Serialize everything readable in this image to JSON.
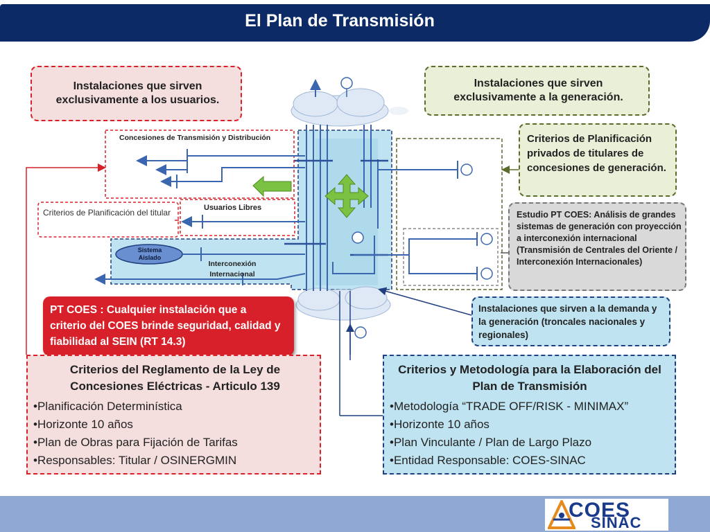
{
  "header": {
    "title": "El Plan de Transmisión"
  },
  "boxes": {
    "usuarios": "Instalaciones que sirven exclusivamente a los usuarios.",
    "generacion": "Instalaciones que sirven exclusivamente a la generación.",
    "criterios_privados": "Criterios de Planificación privados de titulares de concesiones de generación.",
    "estudio_pt": "Estudio PT COES: Análisis de grandes sistemas de generación con proyección a interconexión internacional (Transmisión de Centrales del Oriente / Interconexión Internacionales)",
    "criterios_titular": "Criterios de Planificación del titular",
    "pt_coes": "PT COES : Cualquier instalación que a criterio del COES brinde seguridad, calidad y fiabilidad al SEIN (RT 14.3)",
    "troncales": "Instalaciones que sirven a la demanda y la generación (troncales nacionales y regionales)"
  },
  "diagram_labels": {
    "concesiones": "Concesiones de Transmisión y Distribución",
    "usuarios_libres": "Usuarios Libres",
    "sistema_aislado": "Sistema Aislado",
    "interconexion": "Interconexión Internacional"
  },
  "reglamento": {
    "title": "Criterios del Reglamento de la Ley de Concesiones Eléctricas - Articulo 139",
    "items": [
      "•Planificación Determinística",
      "•Horizonte 10 años",
      "•Plan de Obras para Fijación de Tarifas",
      "•Responsables: Titular / OSINERGMIN"
    ]
  },
  "metodologia": {
    "title": "Criterios y Metodología para la Elaboración del Plan de Transmisión",
    "items": [
      "•Metodología “TRADE OFF/RISK - MINIMAX”",
      "•Horizonte 10 años",
      "•Plan Vinculante / Plan de Largo Plazo",
      "•Entidad Responsable: COES-SINAC"
    ]
  },
  "logo": {
    "line1": "COES",
    "line2": "SINAC"
  },
  "colors": {
    "navy": "#0b2a66",
    "red_border": "#d8202a",
    "pink_fill": "#f4dede",
    "green_border": "#5b6b2a",
    "green_fill": "#eaf0d8",
    "gray_fill": "#d9d9d9",
    "blue_fill": "#bfe3f0",
    "blue_border": "#1f3f80",
    "arrow_green": "#7cc242"
  }
}
